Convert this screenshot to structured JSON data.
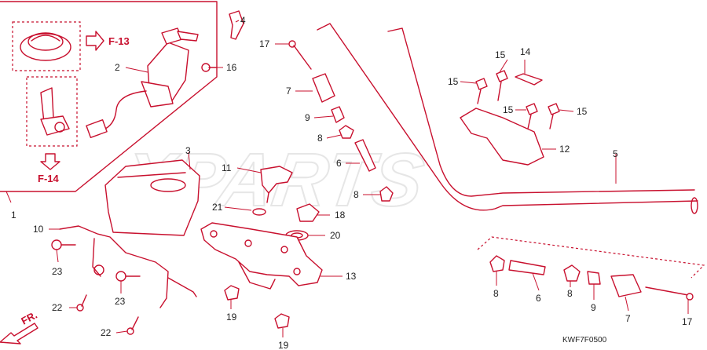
{
  "diagram": {
    "watermark": "XPARTS",
    "footer_code": "KWF7F0500",
    "front_label": "FR.",
    "refs": {
      "f13": "F-13",
      "f14": "F-14"
    },
    "callouts": {
      "c1": "1",
      "c2": "2",
      "c3": "3",
      "c4": "4",
      "c5": "5",
      "c6a": "6",
      "c6b": "6",
      "c7a": "7",
      "c7b": "7",
      "c8a": "8",
      "c8b": "8",
      "c8c": "8",
      "c8d": "8",
      "c9a": "9",
      "c9b": "9",
      "c10": "10",
      "c11": "11",
      "c12": "12",
      "c13": "13",
      "c14": "14",
      "c15a": "15",
      "c15b": "15",
      "c15c": "15",
      "c15d": "15",
      "c16": "16",
      "c17a": "17",
      "c17b": "17",
      "c18": "18",
      "c19a": "19",
      "c19b": "19",
      "c20": "20",
      "c21": "21",
      "c22a": "22",
      "c22b": "22",
      "c23a": "23",
      "c23b": "23"
    },
    "colors": {
      "line": "#c8102e",
      "text": "#222222",
      "background": "#ffffff"
    }
  }
}
